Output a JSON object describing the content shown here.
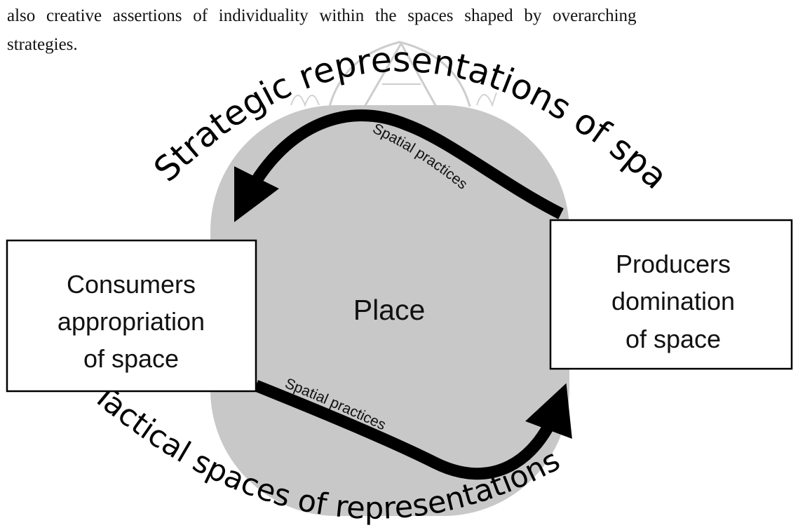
{
  "paragraph": {
    "line1": "also creative assertions of individuality within the spaces shaped by overarching",
    "line2": "strategies."
  },
  "diagram": {
    "top_arc_label": "Strategic representations of space",
    "bottom_arc_label": "Tactical spaces of representations",
    "center_label": "Place",
    "left_box": {
      "line1": "Consumers",
      "line2": "appropriation",
      "line3": "of space"
    },
    "right_box": {
      "line1": "Producers",
      "line2": "domination",
      "line3": "of space"
    },
    "upper_arrow_label": "Spatial practices",
    "lower_arrow_label": "Spatial practices",
    "colors": {
      "place_fill": "#c8c8c8",
      "arrow": "#000000",
      "box_border": "#000000",
      "watermark": "#b8b8b8"
    }
  }
}
